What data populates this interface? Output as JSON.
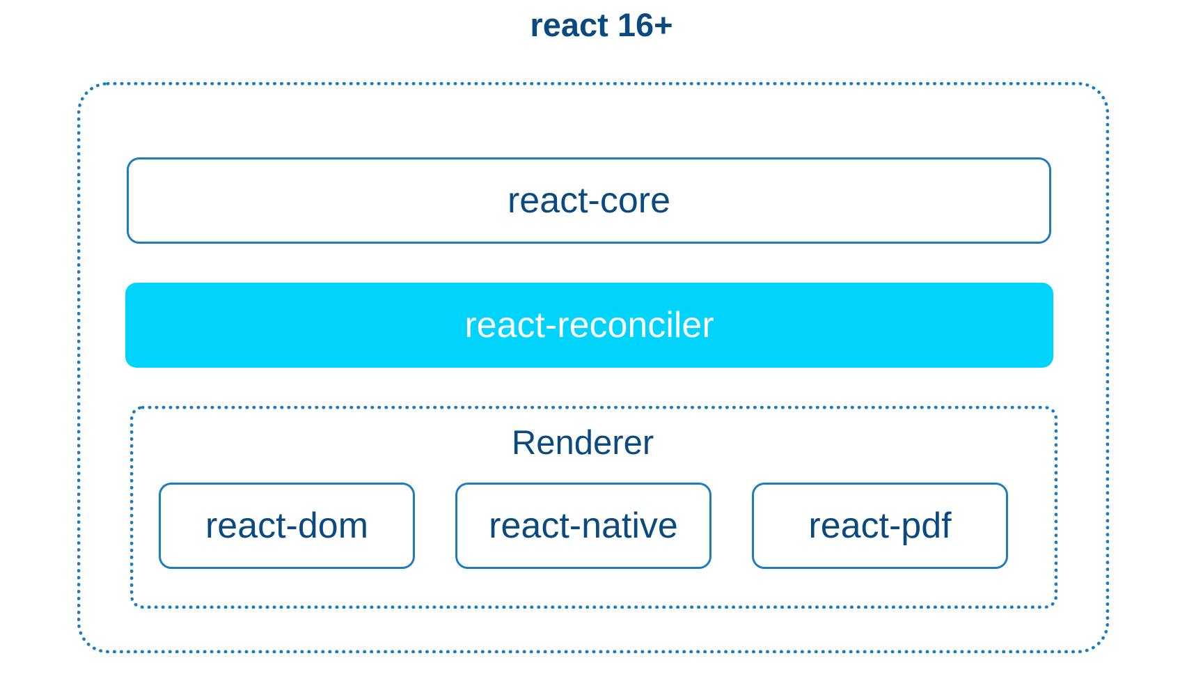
{
  "title": "react 16+",
  "core": {
    "label": "react-core"
  },
  "reconciler": {
    "label": "react-reconciler"
  },
  "renderer": {
    "label": "Renderer",
    "items": [
      {
        "label": "react-dom"
      },
      {
        "label": "react-native"
      },
      {
        "label": "react-pdf"
      }
    ]
  },
  "colors": {
    "text": "#0b4a80",
    "border": "#1d7bbf",
    "reconciler_fill": "#00d4fc",
    "reconciler_text": "#ffffff"
  }
}
